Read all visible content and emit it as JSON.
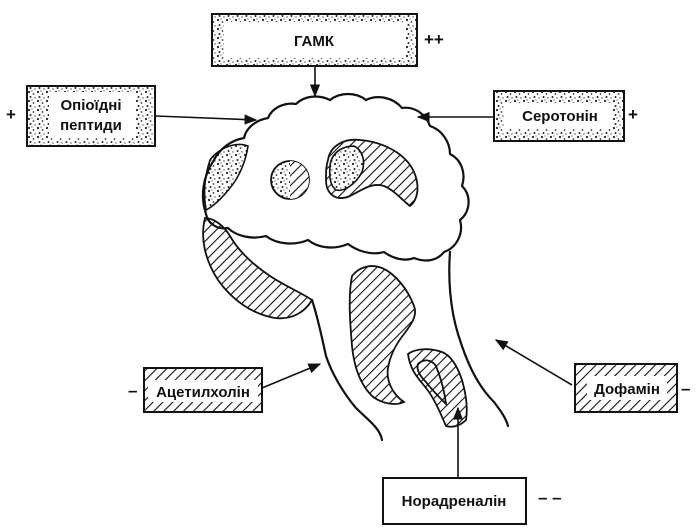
{
  "diagram": {
    "nodes": {
      "gaba": {
        "label": "ГАМК",
        "sign": "++"
      },
      "opioid": {
        "label_line1": "Опіоїдні",
        "label_line2": "пептиди",
        "sign": "+"
      },
      "serotonin": {
        "label": "Серотонін",
        "sign": "+"
      },
      "acetylcholine": {
        "label": "Ацетилхолін",
        "sign": "–"
      },
      "dopamine": {
        "label": "Дофамін",
        "sign": "–"
      },
      "noradrenaline": {
        "label": "Норадреналін",
        "sign": "– –"
      }
    },
    "colors": {
      "ink": "#111111",
      "paper": "#ffffff"
    }
  }
}
